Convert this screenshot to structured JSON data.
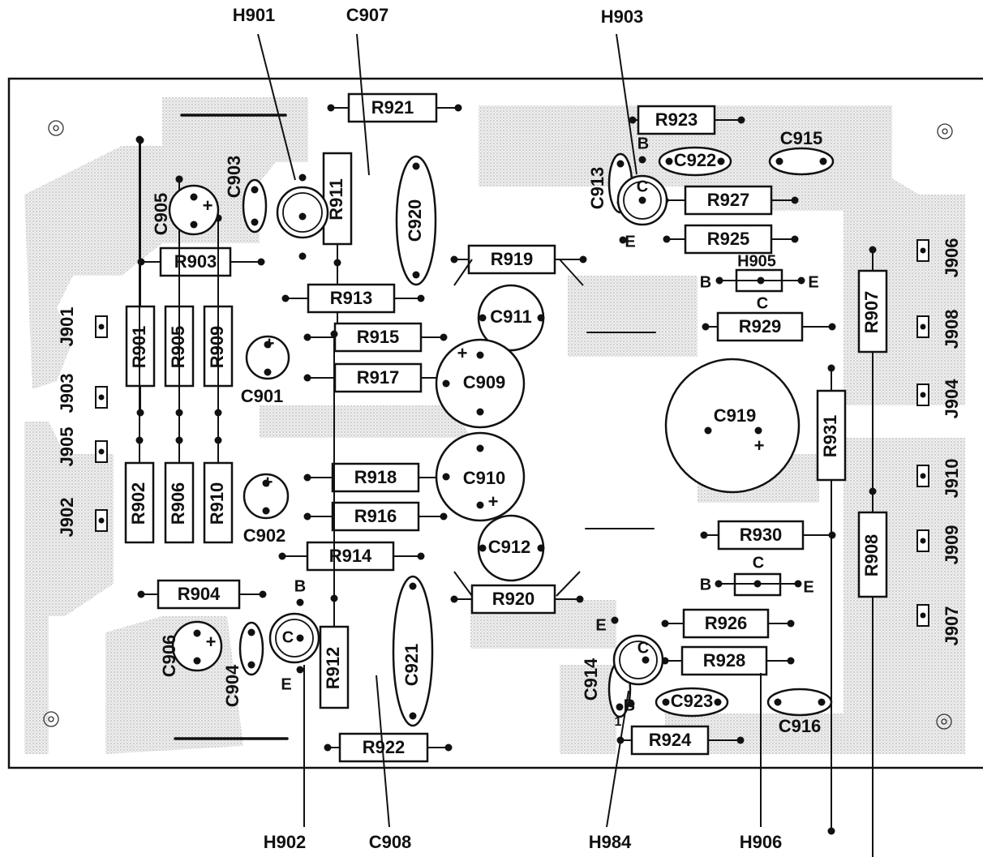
{
  "callouts": {
    "top": [
      "H901",
      "C907",
      "H903"
    ],
    "bottom": [
      "H902",
      "C908",
      "H984",
      "H906"
    ]
  },
  "resistors": [
    "R921",
    "R911",
    "R903",
    "R913",
    "R915",
    "R917",
    "R901",
    "R905",
    "R909",
    "R919",
    "R918",
    "R916",
    "R914",
    "R902",
    "R906",
    "R910",
    "R904",
    "R912",
    "R920",
    "R922",
    "R923",
    "R927",
    "R925",
    "R929",
    "R907",
    "R931",
    "R930",
    "R926",
    "R928",
    "R924",
    "R908"
  ],
  "capacitors": [
    "C905",
    "C903",
    "C920",
    "C901",
    "C911",
    "C909",
    "C910",
    "C902",
    "C912",
    "C906",
    "C904",
    "C921",
    "C913",
    "C922",
    "C915",
    "C919",
    "C914",
    "C923",
    "C916"
  ],
  "connectors": [
    "J901",
    "J903",
    "J905",
    "J902",
    "J906",
    "J908",
    "J904",
    "J910",
    "J909",
    "J907"
  ],
  "transistor_pins": {
    "base": "B",
    "collector": "C",
    "emitter": "E"
  },
  "h905_label": "H905",
  "plus_sign": "+",
  "misc_one": "1",
  "colors": {
    "ink": "#111111",
    "board_texture": "#d6d6d6",
    "background": "#ffffff"
  }
}
